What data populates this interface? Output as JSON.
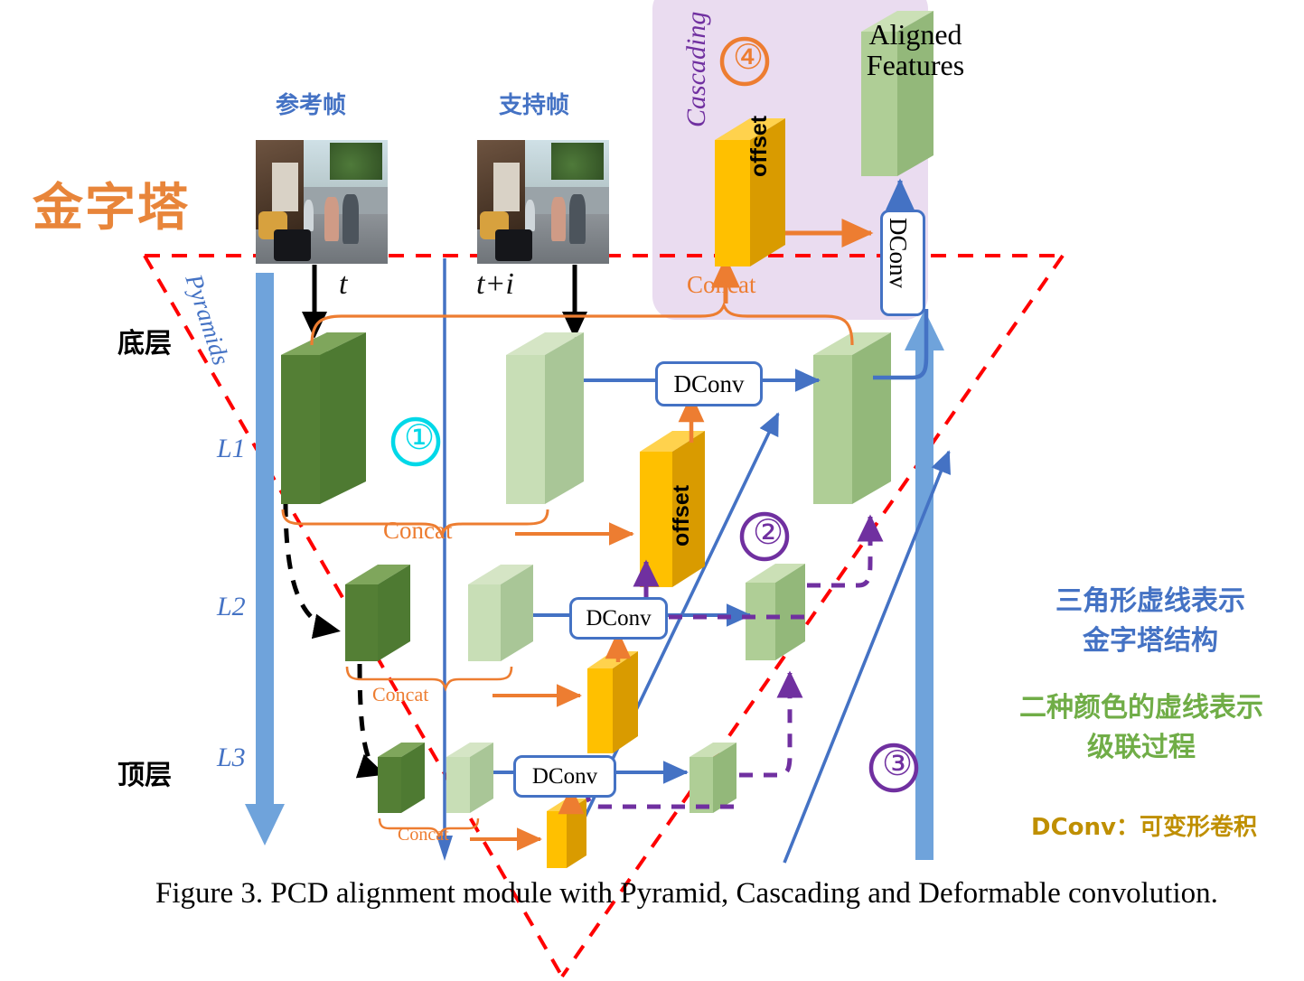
{
  "title": {
    "pyramid_label": "金字塔"
  },
  "frames": {
    "reference_label": "参考帧",
    "support_label": "支持帧",
    "reference_time": "t",
    "support_time": "t+i"
  },
  "pyramid_axis": {
    "axis_label": "Pyramids",
    "bottom_layer": "底层",
    "top_layer": "顶层",
    "levels": [
      "L1",
      "L2",
      "L3"
    ]
  },
  "cascading": {
    "panel_label": "Cascading",
    "step_marker": "④",
    "aligned_features_line1": "Aligned",
    "aligned_features_line2": "Features",
    "offset_label": "offset",
    "concat_label": "Concat",
    "dconv_label": "DConv"
  },
  "levels": [
    {
      "name": "L1",
      "step_marker": "①",
      "concat_label": "Concat",
      "offset_label": "offset",
      "dconv_label": "DConv"
    },
    {
      "name": "L2",
      "step_marker": "②",
      "concat_label": "Concat",
      "offset_label": "",
      "dconv_label": "DConv"
    },
    {
      "name": "L3",
      "step_marker": "③",
      "concat_label": "Concat",
      "offset_label": "",
      "dconv_label": "DConv"
    }
  ],
  "legend": {
    "pyramid_note_line1": "三角形虚线表示",
    "pyramid_note_line2": "金字塔结构",
    "cascade_note_line1": "二种颜色的虚线表示",
    "cascade_note_line2": "级联过程",
    "dconv_note": "DConv：可变形卷积"
  },
  "caption": {
    "text": "Figure 3.  PCD alignment module with Pyramid, Cascading and Deformable convolution."
  },
  "colors": {
    "orange_title": "#E8853A",
    "blue_label": "#4472C4",
    "green_legend": "#70AD47",
    "gold_legend": "#BF8F00",
    "purple_marker": "#7030A0",
    "cyan_marker": "#00D8E8",
    "orange_marker": "#ED7D31",
    "red_dashed": "#FF0000",
    "panel_lavender": "#EADCF0",
    "dark_green_cube": "#4E7A32",
    "light_green_cube": "#BBD7A4",
    "yellow_cube": "#FFC000"
  }
}
